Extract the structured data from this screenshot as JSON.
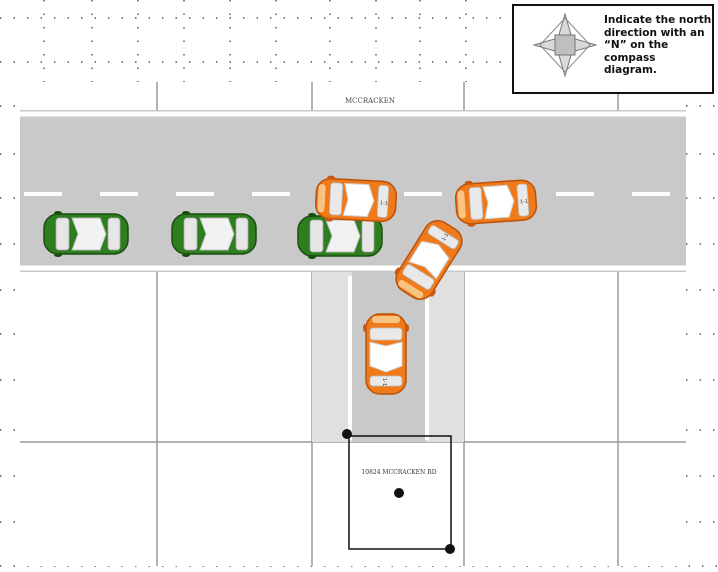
{
  "street_name": "MCCRACKEN",
  "address_label": "10824 MCCRACKEN RD",
  "compass": {
    "instruction": "Indicate the north direction with an “N” on the compass diagram."
  },
  "colors": {
    "road": "#c9c9c9",
    "sidewalk": "#e0e0e0",
    "grid_line": "#9a9a9a",
    "lane_marking": "#ffffff",
    "vehicle_orange": "#f07a1a",
    "vehicle_green": "#2e7d1f",
    "property_line": "#111111"
  },
  "icons": {
    "compass": "compass-rose-icon",
    "vehicle": "car-top-view-icon"
  }
}
